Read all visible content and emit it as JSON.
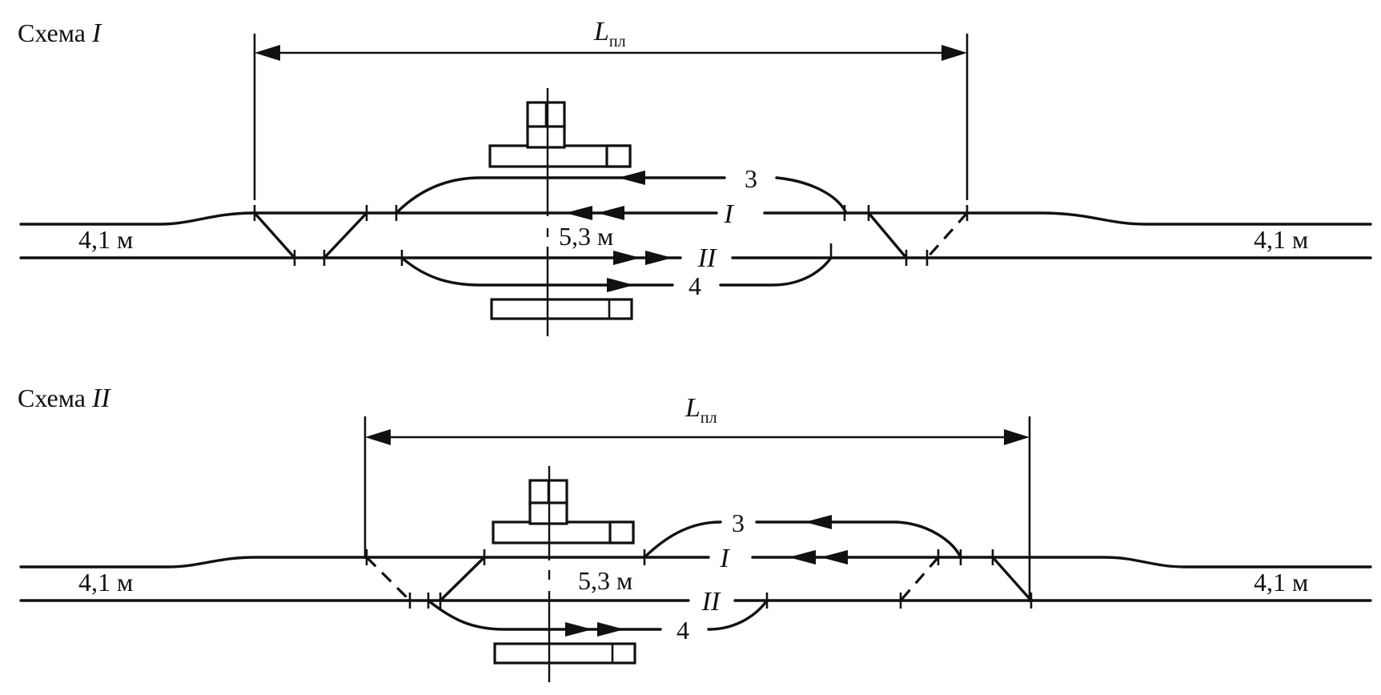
{
  "schemes": [
    {
      "title_text": "Схема ",
      "title_numeral": "I",
      "length_letter": "L",
      "length_subscript": "пл",
      "track_main_1": "I",
      "track_main_2": "II",
      "track_side_upper": "3",
      "track_side_lower": "4",
      "left_spacing": "4,1 м",
      "center_spacing": "5,3 м",
      "right_spacing": "4,1 м"
    },
    {
      "title_text": "Схема ",
      "title_numeral": "II",
      "length_letter": "L",
      "length_subscript": "пл",
      "track_main_1": "I",
      "track_main_2": "II",
      "track_side_upper": "3",
      "track_side_lower": "4",
      "left_spacing": "4,1 м",
      "center_spacing": "5,3 м",
      "right_spacing": "4,1 м"
    }
  ]
}
